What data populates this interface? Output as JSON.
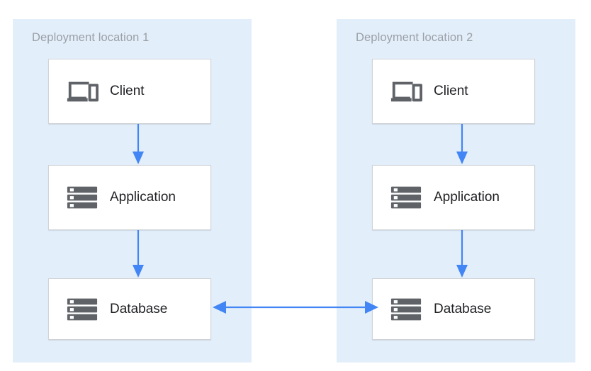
{
  "diagram": {
    "title_text_color": "#9aa0a6",
    "zone_color": "#e3eefb",
    "arrow_color": "#4285f4",
    "icon_color": "#5f6368",
    "box_bg": "#ffffff",
    "box_border": "#d0d3d6",
    "zones": [
      {
        "title": "Deployment location 1",
        "nodes": [
          {
            "label": "Client",
            "icon": "devices-icon"
          },
          {
            "label": "Application",
            "icon": "server-stack-icon"
          },
          {
            "label": "Database",
            "icon": "server-stack-icon"
          }
        ]
      },
      {
        "title": "Deployment location 2",
        "nodes": [
          {
            "label": "Client",
            "icon": "devices-icon"
          },
          {
            "label": "Application",
            "icon": "server-stack-icon"
          },
          {
            "label": "Database",
            "icon": "server-stack-icon"
          }
        ]
      }
    ],
    "connectors": [
      {
        "name": "client-to-application",
        "direction": "down"
      },
      {
        "name": "application-to-database",
        "direction": "down"
      },
      {
        "name": "database-to-database-replication",
        "direction": "bidirectional"
      }
    ]
  }
}
